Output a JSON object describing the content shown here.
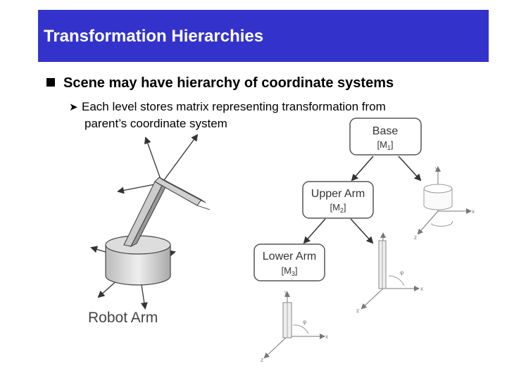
{
  "slide": {
    "title": "Transformation Hierarchies",
    "bullet_main": "Scene may have hierarchy of coordinate systems",
    "bullet_sub_line1": "Each level stores matrix representing transformation from",
    "bullet_sub_line2": "parent’s coordinate system"
  },
  "diagram": {
    "base": {
      "label": "Base",
      "matrix": "[M",
      "sub": "1",
      "close": "]"
    },
    "upper_arm": {
      "label": "Upper Arm",
      "matrix": "[M",
      "sub": "2",
      "close": "]"
    },
    "lower_arm": {
      "label": "Lower Arm",
      "matrix": "[M",
      "sub": "3",
      "close": "]"
    },
    "robot_label": "Robot Arm",
    "axis_y": "y",
    "axis_x": "x",
    "axis_z": "z"
  },
  "colors": {
    "title_bar": "#3333cc",
    "title_text": "#ffffff"
  }
}
